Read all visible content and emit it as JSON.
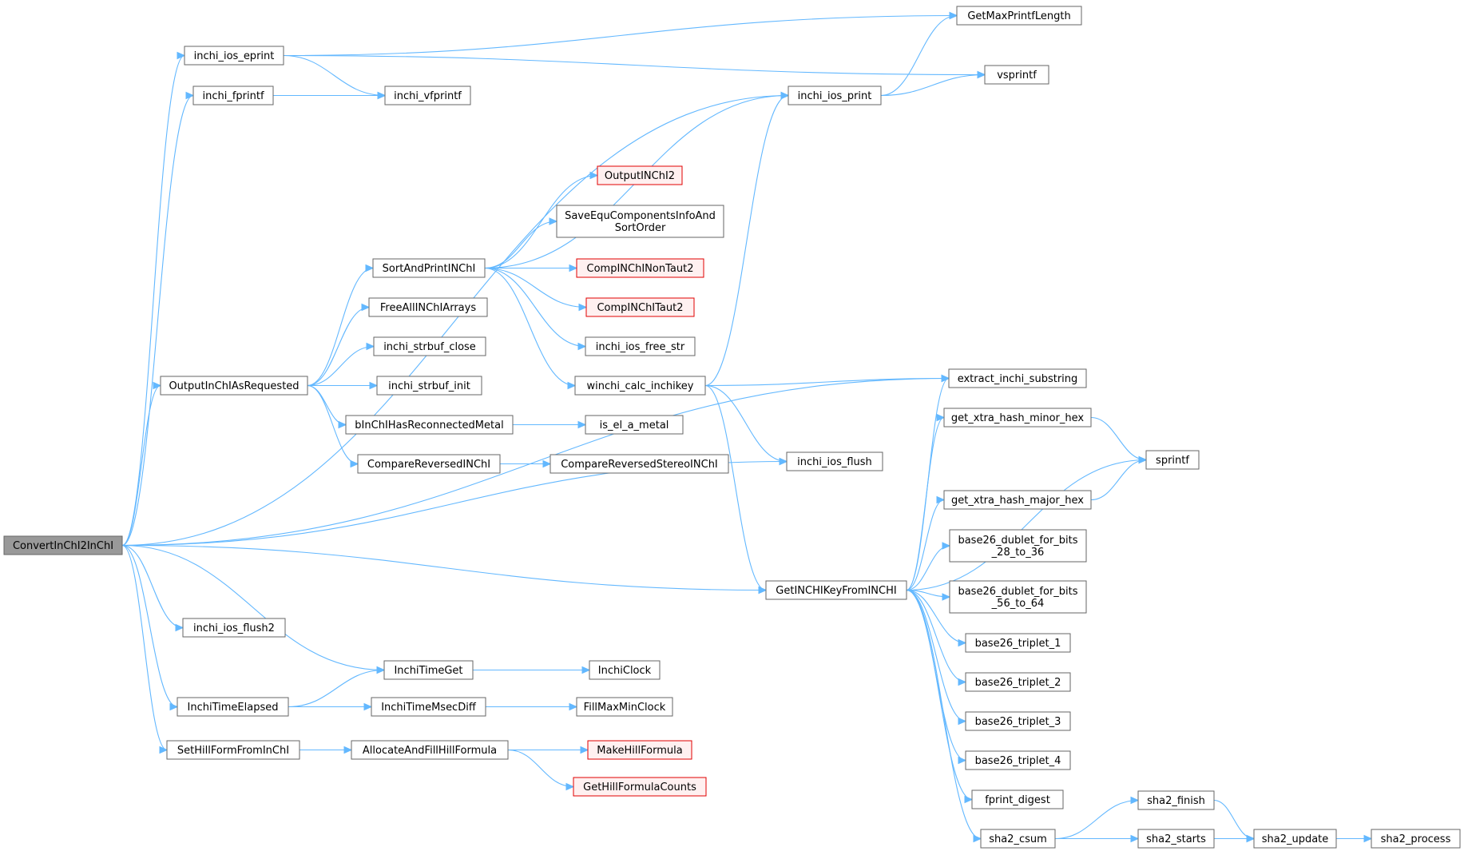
{
  "diagram": {
    "colors": {
      "edge": "#63b8ff",
      "node_border": "#666666",
      "root_fill": "#999999",
      "truncated_border": "#e00000",
      "truncated_fill": "#fff0f0"
    },
    "nodes": [
      {
        "id": "ConvertInChI2InChI",
        "lines": [
          "ConvertInChI2InChI"
        ],
        "style": "root"
      },
      {
        "id": "inchi_ios_eprint",
        "lines": [
          "inchi_ios_eprint"
        ],
        "style": "normal"
      },
      {
        "id": "inchi_fprintf",
        "lines": [
          "inchi_fprintf"
        ],
        "style": "normal"
      },
      {
        "id": "OutputInChIAsRequested",
        "lines": [
          "OutputInChIAsRequested"
        ],
        "style": "normal"
      },
      {
        "id": "inchi_ios_flush2",
        "lines": [
          "inchi_ios_flush2"
        ],
        "style": "normal"
      },
      {
        "id": "InchiTimeElapsed",
        "lines": [
          "InchiTimeElapsed"
        ],
        "style": "normal"
      },
      {
        "id": "SetHillFormFromInChI",
        "lines": [
          "SetHillFormFromInChI"
        ],
        "style": "normal"
      },
      {
        "id": "GetMaxPrintfLength",
        "lines": [
          "GetMaxPrintfLength"
        ],
        "style": "normal"
      },
      {
        "id": "vsprintf",
        "lines": [
          "vsprintf"
        ],
        "style": "normal"
      },
      {
        "id": "inchi_vfprintf",
        "lines": [
          "inchi_vfprintf"
        ],
        "style": "normal"
      },
      {
        "id": "inchi_ios_print",
        "lines": [
          "inchi_ios_print"
        ],
        "style": "normal"
      },
      {
        "id": "OutputINChI2",
        "lines": [
          "OutputINChI2"
        ],
        "style": "truncated"
      },
      {
        "id": "SaveEquComponentsInfoAndSortOrder",
        "lines": [
          "SaveEquComponentsInfoAnd",
          "SortOrder"
        ],
        "style": "normal"
      },
      {
        "id": "SortAndPrintINChI",
        "lines": [
          "SortAndPrintINChI"
        ],
        "style": "normal"
      },
      {
        "id": "CompINChINonTaut2",
        "lines": [
          "CompINChINonTaut2"
        ],
        "style": "truncated"
      },
      {
        "id": "FreeAllINChIArrays",
        "lines": [
          "FreeAllINChIArrays"
        ],
        "style": "normal"
      },
      {
        "id": "CompINChITaut2",
        "lines": [
          "CompINChITaut2"
        ],
        "style": "truncated"
      },
      {
        "id": "inchi_strbuf_close",
        "lines": [
          "inchi_strbuf_close"
        ],
        "style": "normal"
      },
      {
        "id": "inchi_ios_free_str",
        "lines": [
          "inchi_ios_free_str"
        ],
        "style": "normal"
      },
      {
        "id": "inchi_strbuf_init",
        "lines": [
          "inchi_strbuf_init"
        ],
        "style": "normal"
      },
      {
        "id": "winchi_calc_inchikey",
        "lines": [
          "winchi_calc_inchikey"
        ],
        "style": "normal"
      },
      {
        "id": "extract_inchi_substring",
        "lines": [
          "extract_inchi_substring"
        ],
        "style": "normal"
      },
      {
        "id": "bInChIHasReconnectedMetal",
        "lines": [
          "bInChIHasReconnectedMetal"
        ],
        "style": "normal"
      },
      {
        "id": "is_el_a_metal",
        "lines": [
          "is_el_a_metal"
        ],
        "style": "normal"
      },
      {
        "id": "get_xtra_hash_minor_hex",
        "lines": [
          "get_xtra_hash_minor_hex"
        ],
        "style": "normal"
      },
      {
        "id": "CompareReversedINChI",
        "lines": [
          "CompareReversedINChI"
        ],
        "style": "normal"
      },
      {
        "id": "CompareReversedStereoINChI",
        "lines": [
          "CompareReversedStereoINChI"
        ],
        "style": "normal"
      },
      {
        "id": "inchi_ios_flush",
        "lines": [
          "inchi_ios_flush"
        ],
        "style": "normal"
      },
      {
        "id": "sprintf",
        "lines": [
          "sprintf"
        ],
        "style": "normal"
      },
      {
        "id": "get_xtra_hash_major_hex",
        "lines": [
          "get_xtra_hash_major_hex"
        ],
        "style": "normal"
      },
      {
        "id": "base26_dublet_for_bits_28_to_36",
        "lines": [
          "base26_dublet_for_bits",
          "_28_to_36"
        ],
        "style": "normal"
      },
      {
        "id": "GetINCHIKeyFromINCHI",
        "lines": [
          "GetINCHIKeyFromINCHI"
        ],
        "style": "normal"
      },
      {
        "id": "base26_dublet_for_bits_56_to_64",
        "lines": [
          "base26_dublet_for_bits",
          "_56_to_64"
        ],
        "style": "normal"
      },
      {
        "id": "base26_triplet_1",
        "lines": [
          "base26_triplet_1"
        ],
        "style": "normal"
      },
      {
        "id": "InchiTimeGet",
        "lines": [
          "InchiTimeGet"
        ],
        "style": "normal"
      },
      {
        "id": "InchiClock",
        "lines": [
          "InchiClock"
        ],
        "style": "normal"
      },
      {
        "id": "base26_triplet_2",
        "lines": [
          "base26_triplet_2"
        ],
        "style": "normal"
      },
      {
        "id": "InchiTimeMsecDiff",
        "lines": [
          "InchiTimeMsecDiff"
        ],
        "style": "normal"
      },
      {
        "id": "FillMaxMinClock",
        "lines": [
          "FillMaxMinClock"
        ],
        "style": "normal"
      },
      {
        "id": "base26_triplet_3",
        "lines": [
          "base26_triplet_3"
        ],
        "style": "normal"
      },
      {
        "id": "AllocateAndFillHillFormula",
        "lines": [
          "AllocateAndFillHillFormula"
        ],
        "style": "normal"
      },
      {
        "id": "MakeHillFormula",
        "lines": [
          "MakeHillFormula"
        ],
        "style": "truncated"
      },
      {
        "id": "base26_triplet_4",
        "lines": [
          "base26_triplet_4"
        ],
        "style": "normal"
      },
      {
        "id": "GetHillFormulaCounts",
        "lines": [
          "GetHillFormulaCounts"
        ],
        "style": "truncated"
      },
      {
        "id": "fprint_digest",
        "lines": [
          "fprint_digest"
        ],
        "style": "normal"
      },
      {
        "id": "sha2_finish",
        "lines": [
          "sha2_finish"
        ],
        "style": "normal"
      },
      {
        "id": "sha2_csum",
        "lines": [
          "sha2_csum"
        ],
        "style": "normal"
      },
      {
        "id": "sha2_starts",
        "lines": [
          "sha2_starts"
        ],
        "style": "normal"
      },
      {
        "id": "sha2_update",
        "lines": [
          "sha2_update"
        ],
        "style": "normal"
      },
      {
        "id": "sha2_process",
        "lines": [
          "sha2_process"
        ],
        "style": "normal"
      }
    ],
    "edges": [
      {
        "from": "ConvertInChI2InChI",
        "to": "inchi_ios_eprint"
      },
      {
        "from": "ConvertInChI2InChI",
        "to": "inchi_fprintf"
      },
      {
        "from": "ConvertInChI2InChI",
        "to": "inchi_ios_print"
      },
      {
        "from": "ConvertInChI2InChI",
        "to": "OutputInChIAsRequested"
      },
      {
        "from": "ConvertInChI2InChI",
        "to": "inchi_ios_flush"
      },
      {
        "from": "ConvertInChI2InChI",
        "to": "extract_inchi_substring"
      },
      {
        "from": "ConvertInChI2InChI",
        "to": "GetINCHIKeyFromINCHI"
      },
      {
        "from": "ConvertInChI2InChI",
        "to": "inchi_ios_flush2"
      },
      {
        "from": "ConvertInChI2InChI",
        "to": "InchiTimeGet"
      },
      {
        "from": "ConvertInChI2InChI",
        "to": "InchiTimeElapsed"
      },
      {
        "from": "ConvertInChI2InChI",
        "to": "SetHillFormFromInChI"
      },
      {
        "from": "inchi_ios_eprint",
        "to": "GetMaxPrintfLength"
      },
      {
        "from": "inchi_ios_eprint",
        "to": "vsprintf"
      },
      {
        "from": "inchi_ios_eprint",
        "to": "inchi_vfprintf"
      },
      {
        "from": "inchi_fprintf",
        "to": "inchi_vfprintf"
      },
      {
        "from": "inchi_ios_print",
        "to": "GetMaxPrintfLength"
      },
      {
        "from": "inchi_ios_print",
        "to": "vsprintf"
      },
      {
        "from": "OutputInChIAsRequested",
        "to": "SortAndPrintINChI"
      },
      {
        "from": "OutputInChIAsRequested",
        "to": "FreeAllINChIArrays"
      },
      {
        "from": "OutputInChIAsRequested",
        "to": "inchi_strbuf_close"
      },
      {
        "from": "OutputInChIAsRequested",
        "to": "inchi_strbuf_init"
      },
      {
        "from": "OutputInChIAsRequested",
        "to": "bInChIHasReconnectedMetal"
      },
      {
        "from": "OutputInChIAsRequested",
        "to": "CompareReversedINChI"
      },
      {
        "from": "SortAndPrintINChI",
        "to": "inchi_ios_print"
      },
      {
        "from": "SortAndPrintINChI",
        "to": "OutputINChI2"
      },
      {
        "from": "SortAndPrintINChI",
        "to": "SaveEquComponentsInfoAndSortOrder"
      },
      {
        "from": "SortAndPrintINChI",
        "to": "CompINChINonTaut2"
      },
      {
        "from": "SortAndPrintINChI",
        "to": "CompINChITaut2"
      },
      {
        "from": "SortAndPrintINChI",
        "to": "inchi_ios_free_str"
      },
      {
        "from": "SortAndPrintINChI",
        "to": "winchi_calc_inchikey"
      },
      {
        "from": "winchi_calc_inchikey",
        "to": "inchi_ios_print"
      },
      {
        "from": "winchi_calc_inchikey",
        "to": "extract_inchi_substring"
      },
      {
        "from": "winchi_calc_inchikey",
        "to": "inchi_ios_flush"
      },
      {
        "from": "winchi_calc_inchikey",
        "to": "GetINCHIKeyFromINCHI"
      },
      {
        "from": "bInChIHasReconnectedMetal",
        "to": "is_el_a_metal"
      },
      {
        "from": "CompareReversedINChI",
        "to": "CompareReversedStereoINChI"
      },
      {
        "from": "InchiTimeElapsed",
        "to": "InchiTimeGet"
      },
      {
        "from": "InchiTimeElapsed",
        "to": "InchiTimeMsecDiff"
      },
      {
        "from": "InchiTimeGet",
        "to": "InchiClock"
      },
      {
        "from": "InchiTimeMsecDiff",
        "to": "FillMaxMinClock"
      },
      {
        "from": "SetHillFormFromInChI",
        "to": "AllocateAndFillHillFormula"
      },
      {
        "from": "AllocateAndFillHillFormula",
        "to": "MakeHillFormula"
      },
      {
        "from": "AllocateAndFillHillFormula",
        "to": "GetHillFormulaCounts"
      },
      {
        "from": "GetINCHIKeyFromINCHI",
        "to": "extract_inchi_substring"
      },
      {
        "from": "GetINCHIKeyFromINCHI",
        "to": "get_xtra_hash_minor_hex"
      },
      {
        "from": "GetINCHIKeyFromINCHI",
        "to": "sprintf"
      },
      {
        "from": "GetINCHIKeyFromINCHI",
        "to": "get_xtra_hash_major_hex"
      },
      {
        "from": "GetINCHIKeyFromINCHI",
        "to": "base26_dublet_for_bits_28_to_36"
      },
      {
        "from": "GetINCHIKeyFromINCHI",
        "to": "base26_dublet_for_bits_56_to_64"
      },
      {
        "from": "GetINCHIKeyFromINCHI",
        "to": "base26_triplet_1"
      },
      {
        "from": "GetINCHIKeyFromINCHI",
        "to": "base26_triplet_2"
      },
      {
        "from": "GetINCHIKeyFromINCHI",
        "to": "base26_triplet_3"
      },
      {
        "from": "GetINCHIKeyFromINCHI",
        "to": "base26_triplet_4"
      },
      {
        "from": "GetINCHIKeyFromINCHI",
        "to": "fprint_digest"
      },
      {
        "from": "GetINCHIKeyFromINCHI",
        "to": "sha2_csum"
      },
      {
        "from": "get_xtra_hash_minor_hex",
        "to": "sprintf"
      },
      {
        "from": "get_xtra_hash_major_hex",
        "to": "sprintf"
      },
      {
        "from": "sha2_csum",
        "to": "sha2_finish"
      },
      {
        "from": "sha2_csum",
        "to": "sha2_starts"
      },
      {
        "from": "sha2_csum",
        "to": "sha2_update"
      },
      {
        "from": "sha2_finish",
        "to": "sha2_update"
      },
      {
        "from": "sha2_update",
        "to": "sha2_process"
      }
    ]
  }
}
